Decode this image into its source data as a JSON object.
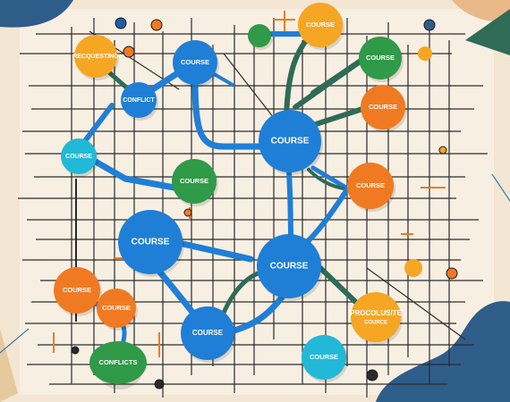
{
  "colors": {
    "background": "#f3e6d2",
    "paper": "#f8efe3",
    "blue": "#1f7fd6",
    "green": "#2f9a48",
    "orange": "#f07a22",
    "amber": "#f5a623",
    "cyan": "#22b9d8",
    "grid": "#2b2b2b",
    "navy": "#2f5d8a",
    "darkgreen": "#2f6b57"
  },
  "nodes": [
    {
      "id": "n1",
      "label": "RECQUESTING",
      "color": "amber"
    },
    {
      "id": "n2",
      "label": "COURSE",
      "color": "blue"
    },
    {
      "id": "n3",
      "label": "CONFLICT",
      "color": "blue"
    },
    {
      "id": "n4",
      "label": "COURSE",
      "color": "amber"
    },
    {
      "id": "n5",
      "label": "COURSE",
      "color": "green"
    },
    {
      "id": "n6",
      "label": "COURSE",
      "color": "orange"
    },
    {
      "id": "n7",
      "label": "COURSE",
      "color": "blue"
    },
    {
      "id": "n8",
      "label": "COURSE",
      "color": "cyan"
    },
    {
      "id": "n9",
      "label": "COURSE",
      "color": "green"
    },
    {
      "id": "n10",
      "label": "COURSE",
      "color": "orange"
    },
    {
      "id": "n11",
      "label": "COURSE",
      "color": "blue"
    },
    {
      "id": "n12",
      "label": "COURSE",
      "color": "blue"
    },
    {
      "id": "n13",
      "label": "COURSE",
      "color": "orange"
    },
    {
      "id": "n14",
      "label": "COURSE",
      "color": "orange"
    },
    {
      "id": "n15",
      "label": "PROCOLUSITE",
      "sublabel": "COURCE",
      "color": "amber"
    },
    {
      "id": "n16",
      "label": "COURSE",
      "color": "blue"
    },
    {
      "id": "n17",
      "label": "CONFLICTS",
      "color": "green"
    },
    {
      "id": "n18",
      "label": "COURSE",
      "color": "cyan"
    },
    {
      "id": "n19",
      "label": "",
      "color": "green"
    }
  ]
}
